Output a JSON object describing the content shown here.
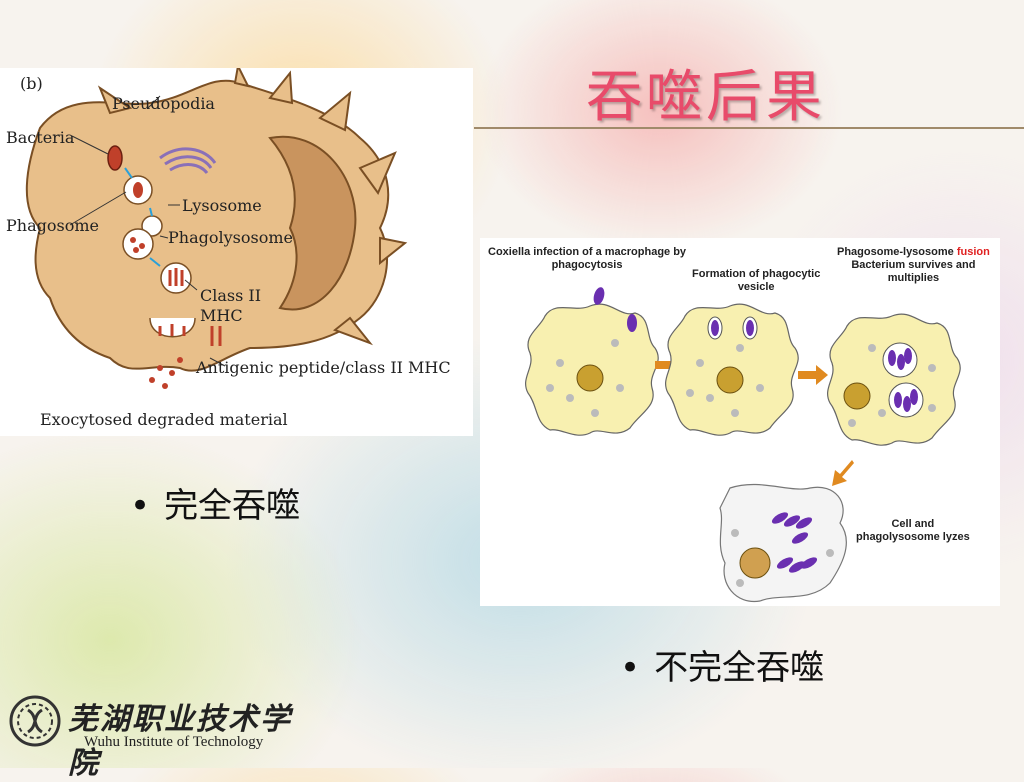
{
  "slide": {
    "title": "吞噬后果",
    "bullets": [
      "完全吞噬",
      "不完全吞噬"
    ],
    "bullet_symbol": "•"
  },
  "figure_a": {
    "panel_label": "(b)",
    "labels": {
      "pseudopodia": "Pseudopodia",
      "bacteria": "Bacteria",
      "lysosome": "Lysosome",
      "phagosome": "Phagosome",
      "phagolysosome": "Phagolysosome",
      "class2_line1": "Class II",
      "class2_line2": "MHC",
      "antigenic": "Antigenic peptide/class II MHC",
      "exocytosed": "Exocytosed degraded material"
    }
  },
  "figure_b": {
    "step1_line1": "Coxiella infection of a macrophage by",
    "step1_line2": "phagocytosis",
    "step2_line1": "Formation of phagocytic",
    "step2_line2": "vesicle",
    "step3_line1_pre": "Phagosome-lysosome ",
    "step3_line1_highlight": "fusion",
    "step3_line2": "Bacterium survives and",
    "step3_line3": "multiplies",
    "step4_line1": "Cell and",
    "step4_line2": "phagolysosome lyzes",
    "highlight_color": "#e02020"
  },
  "logo": {
    "chinese_name": "芜湖职业技术学院",
    "english_name": "Wuhu Institute of Technology"
  },
  "colors": {
    "title": "#e84b6a",
    "cell_fill": "#f8f0b0",
    "bacterium": "#6a2fb0",
    "macrophage_a": "#e8bf8a",
    "arrow": "#e08a20"
  }
}
